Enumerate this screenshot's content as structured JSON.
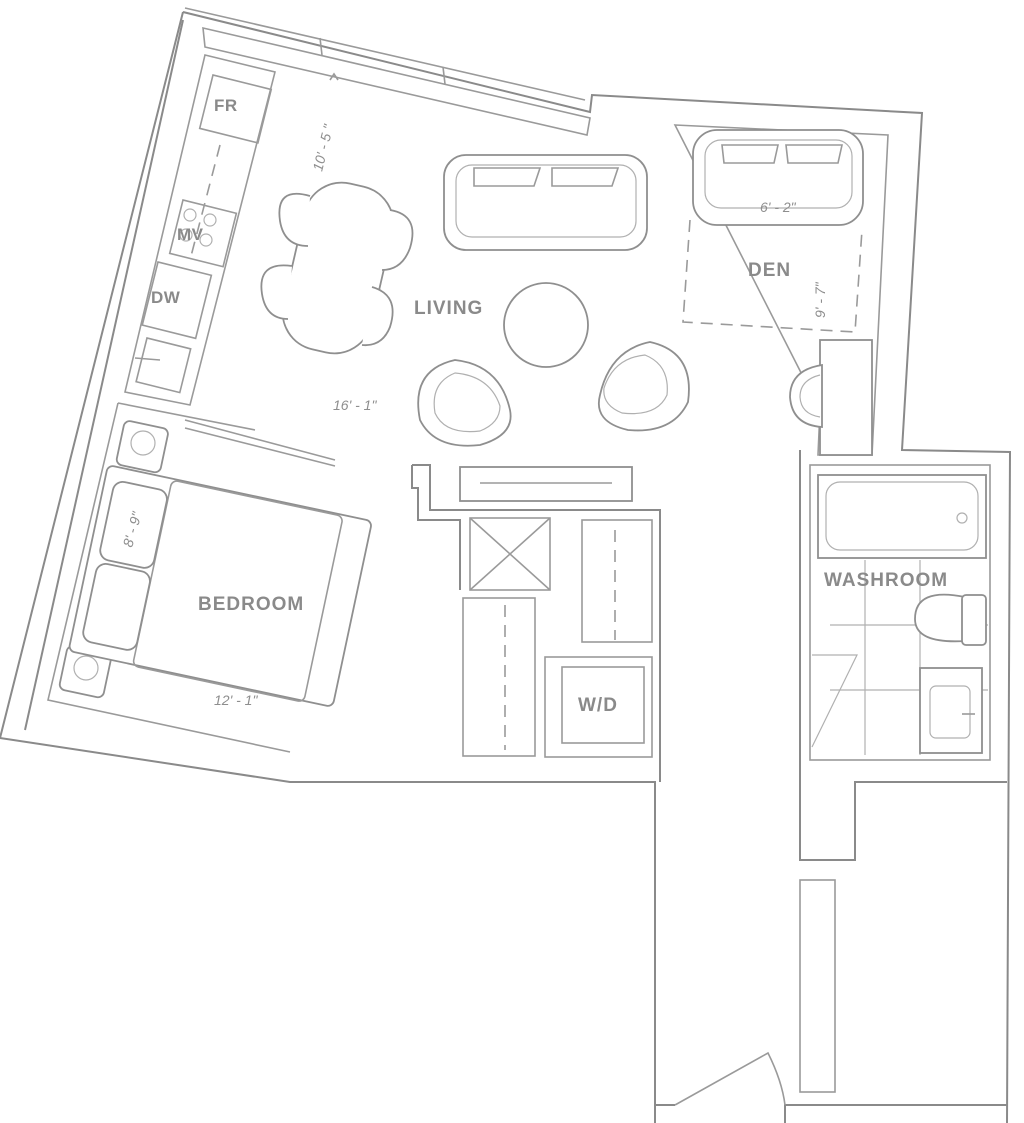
{
  "rooms": {
    "living": "LIVING",
    "bedroom": "BEDROOM",
    "den": "DEN",
    "washroom": "WASHROOM",
    "laundry": "W/D"
  },
  "appliances": {
    "fridge": "FR",
    "microwave": "MV",
    "dishwasher": "DW"
  },
  "dimensions": {
    "living_width": "16' - 1\"",
    "living_depth": "10' - 5 \"",
    "bedroom_width": "12' - 1\"",
    "bedroom_depth": "8' - 9\"",
    "den_width": "6' - 2\"",
    "den_depth": "9' - 7\""
  },
  "colors": {
    "line": "#8a8a8a",
    "background": "#ffffff"
  }
}
